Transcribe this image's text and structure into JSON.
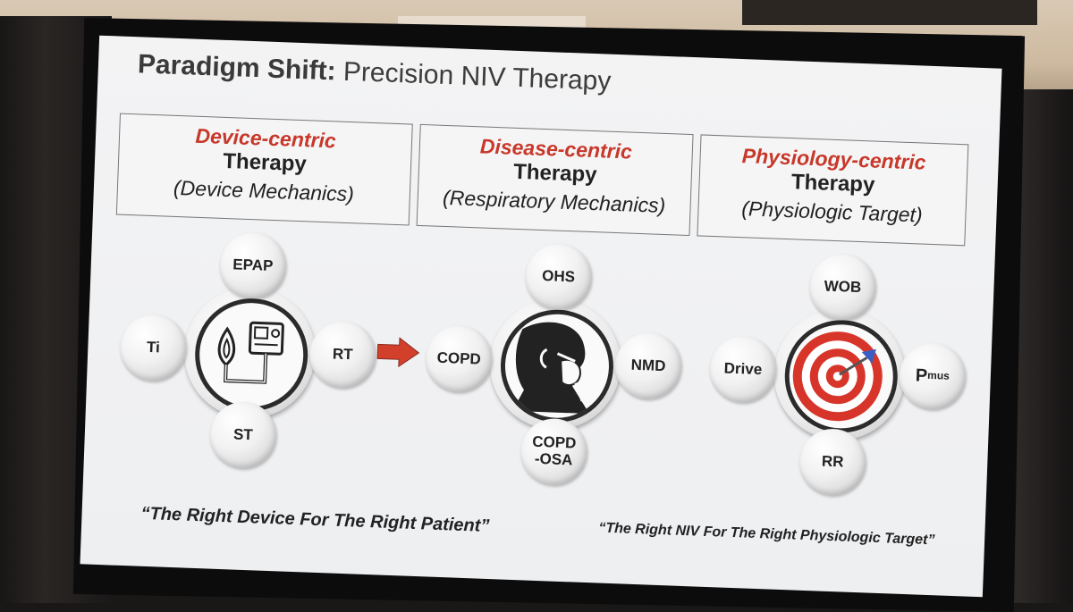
{
  "slide": {
    "title_bold": "Paradigm Shift:",
    "title_rest": " Precision NIV Therapy"
  },
  "columns": [
    {
      "heading": "Device-centric",
      "subheading": "Therapy",
      "detail": "(Device Mechanics)",
      "center_icon": "ventilator-mask-icon",
      "satellites": {
        "top": "EPAP",
        "left": "Ti",
        "right": "RT",
        "bottom": "ST"
      }
    },
    {
      "heading": "Disease-centric",
      "subheading": "Therapy",
      "detail": "(Respiratory Mechanics)",
      "center_icon": "patient-with-mask-icon",
      "satellites": {
        "top": "OHS",
        "left": "COPD",
        "right": "NMD",
        "bottom": "COPD\n-OSA"
      }
    },
    {
      "heading": "Physiology-centric",
      "subheading": "Therapy",
      "detail": "(Physiologic Target)",
      "center_icon": "target-dart-icon",
      "satellites": {
        "top": "WOB",
        "left": "Drive",
        "right_main": "P",
        "right_sub": "mus",
        "bottom": "RR"
      }
    }
  ],
  "quotes": {
    "left": "“The Right Device For The Right Patient”",
    "right": "“The Right NIV For The Right Physiologic Target”"
  },
  "colors": {
    "accent_red": "#c8382a",
    "arrow_red": "#d2402c"
  }
}
